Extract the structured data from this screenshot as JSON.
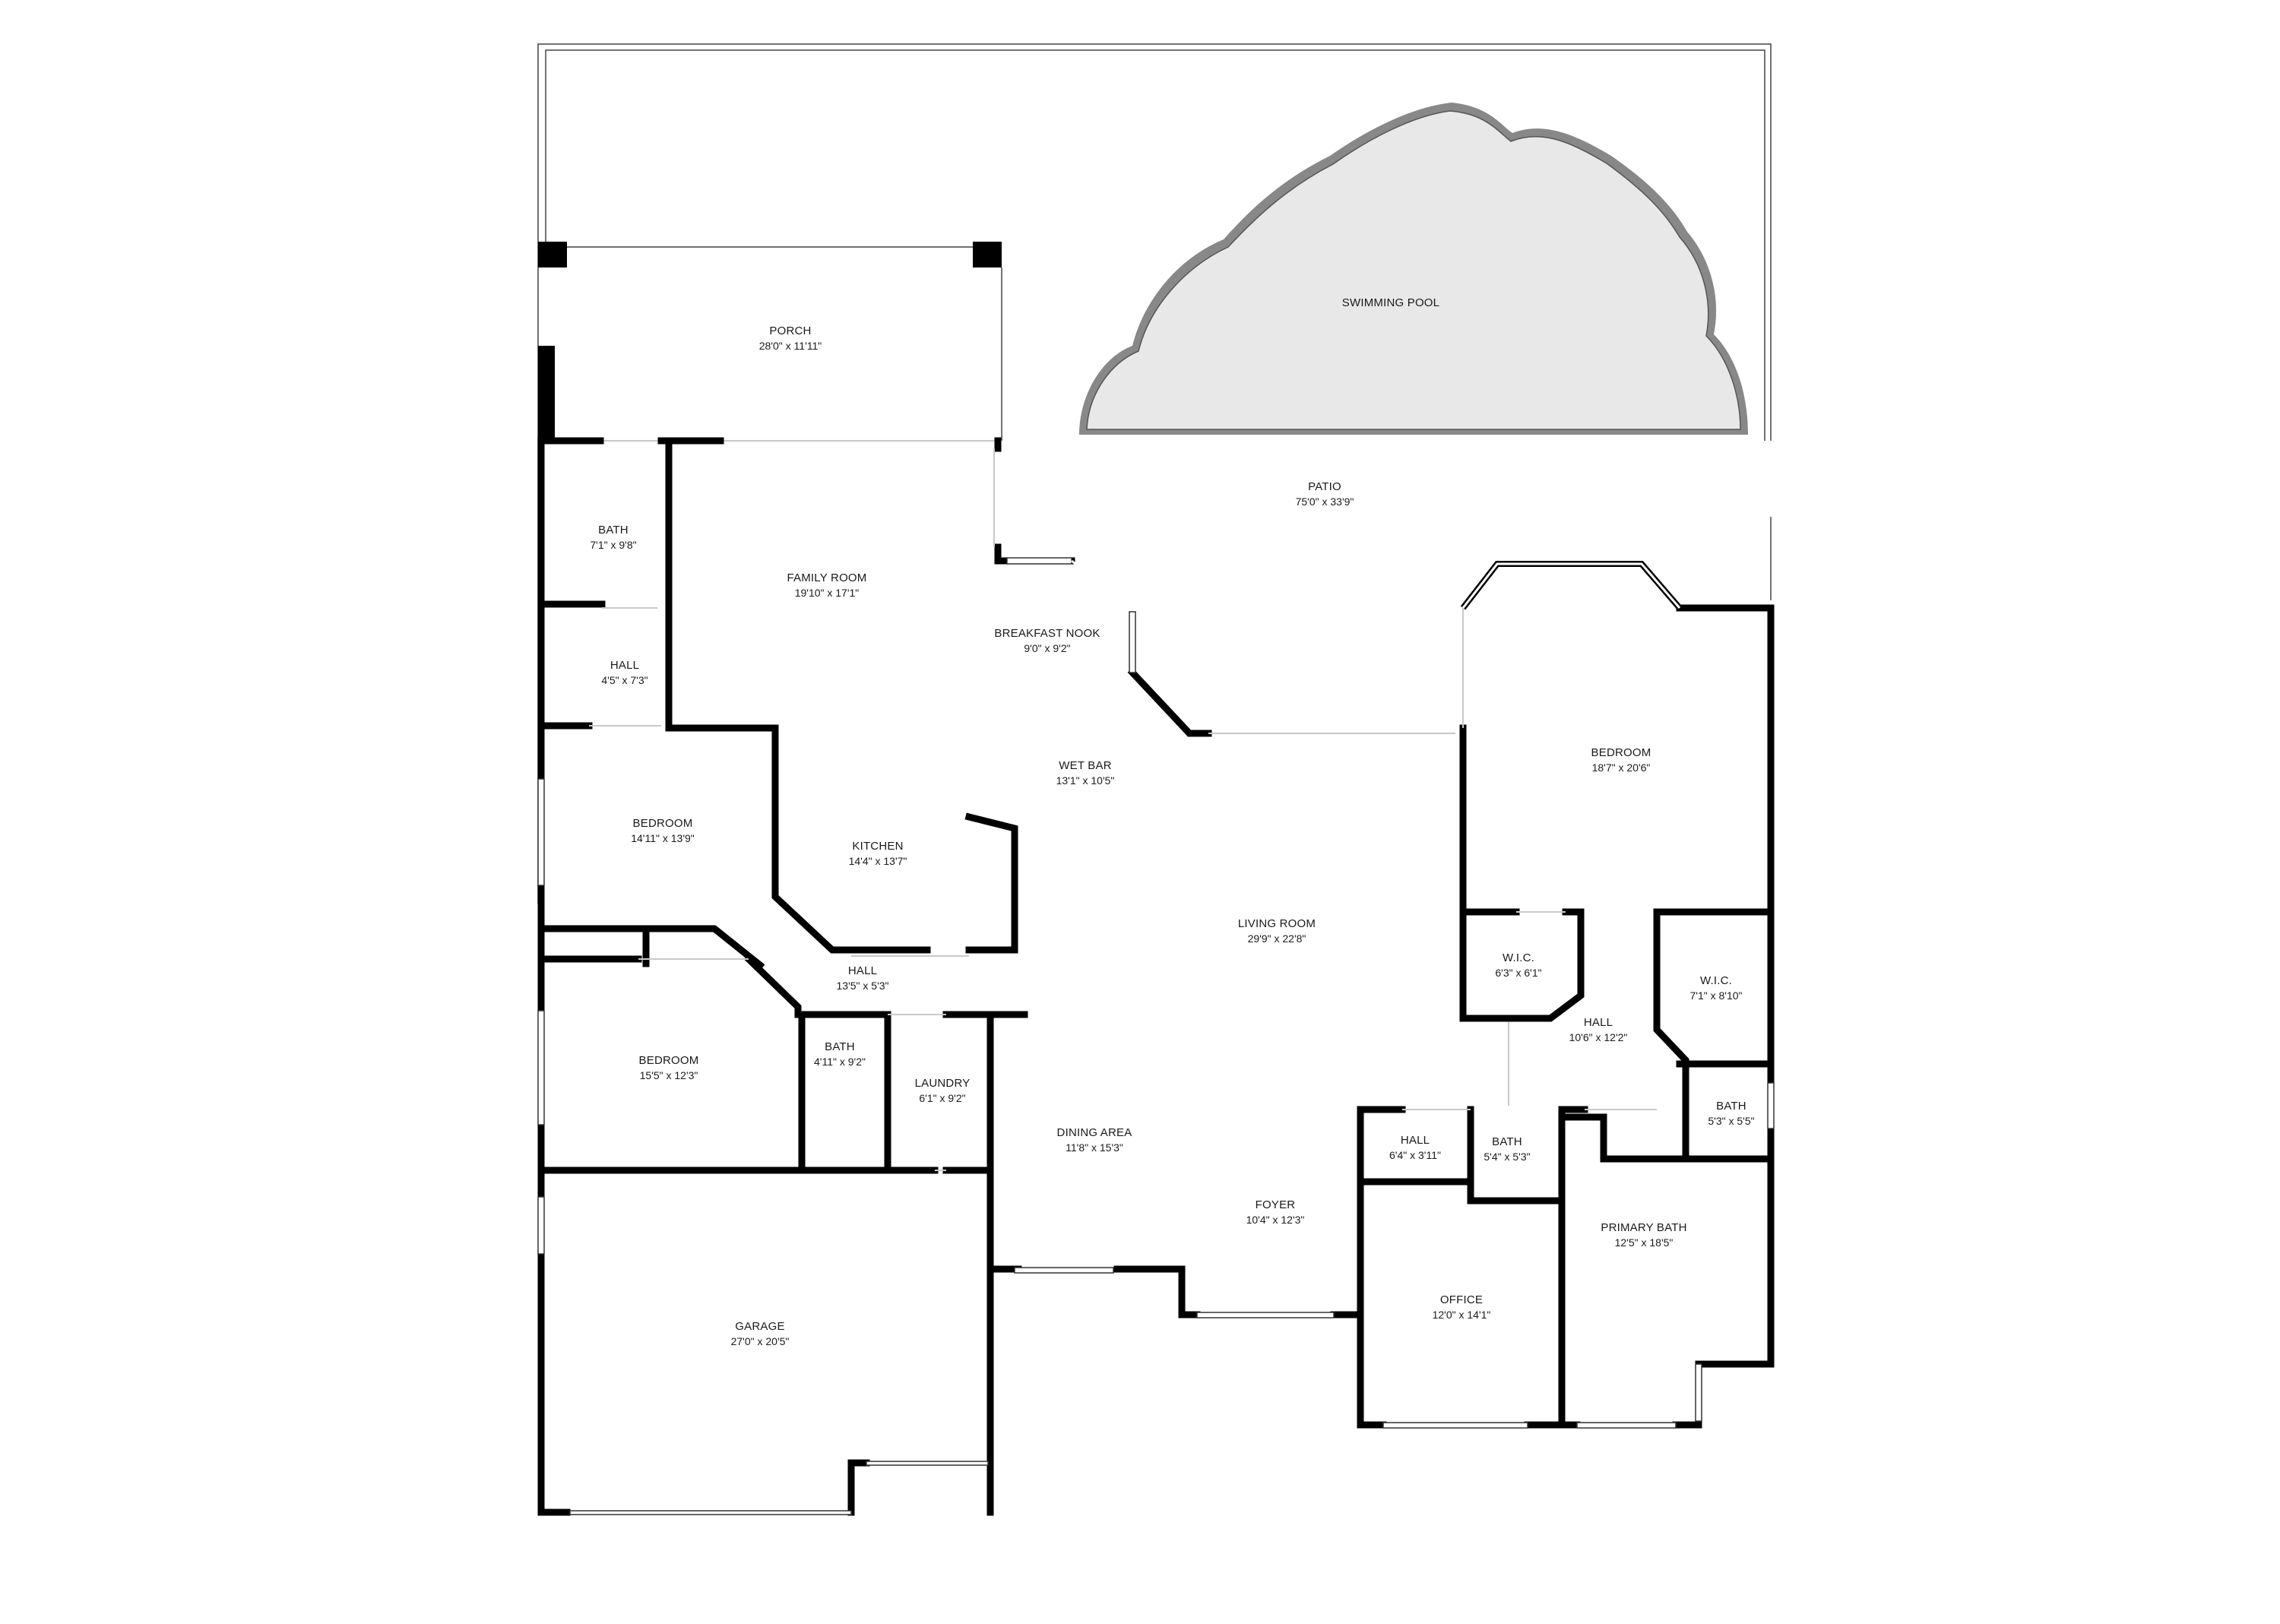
{
  "rooms": {
    "swimming_pool": {
      "name": "SWIMMING POOL",
      "dims": ""
    },
    "porch": {
      "name": "PORCH",
      "dims": "28'0\" x 11'11\""
    },
    "patio": {
      "name": "PATIO",
      "dims": "75'0\" x 33'9\""
    },
    "bath_1": {
      "name": "BATH",
      "dims": "7'1\" x 9'8\""
    },
    "family_room": {
      "name": "FAMILY ROOM",
      "dims": "19'10\" x 17'1\""
    },
    "breakfast_nook": {
      "name": "BREAKFAST NOOK",
      "dims": "9'0\" x 9'2\""
    },
    "hall_1": {
      "name": "HALL",
      "dims": "4'5\" x 7'3\""
    },
    "wet_bar": {
      "name": "WET BAR",
      "dims": "13'1\" x 10'5\""
    },
    "bedroom_1": {
      "name": "BEDROOM",
      "dims": "18'7\" x 20'6\""
    },
    "bedroom_2": {
      "name": "BEDROOM",
      "dims": "14'11\" x 13'9\""
    },
    "kitchen": {
      "name": "KITCHEN",
      "dims": "14'4\" x 13'7\""
    },
    "living_room": {
      "name": "LIVING ROOM",
      "dims": "29'9\" x 22'8\""
    },
    "wic_1": {
      "name": "W.I.C.",
      "dims": "6'3\" x 6'1\""
    },
    "wic_2": {
      "name": "W.I.C.",
      "dims": "7'1\" x 8'10\""
    },
    "hall_2": {
      "name": "HALL",
      "dims": "13'5\" x 5'3\""
    },
    "hall_3": {
      "name": "HALL",
      "dims": "10'6\" x 12'2\""
    },
    "bath_2": {
      "name": "BATH",
      "dims": "4'11\" x 9'2\""
    },
    "bedroom_3": {
      "name": "BEDROOM",
      "dims": "15'5\" x 12'3\""
    },
    "laundry": {
      "name": "LAUNDRY",
      "dims": "6'1\" x 9'2\""
    },
    "bath_3": {
      "name": "BATH",
      "dims": "5'3\" x 5'5\""
    },
    "hall_4": {
      "name": "HALL",
      "dims": "6'4\" x 3'11\""
    },
    "bath_4": {
      "name": "BATH",
      "dims": "5'4\" x 5'3\""
    },
    "dining_area": {
      "name": "DINING AREA",
      "dims": "11'8\" x 15'3\""
    },
    "foyer": {
      "name": "FOYER",
      "dims": "10'4\" x 12'3\""
    },
    "primary_bath": {
      "name": "PRIMARY BATH",
      "dims": "12'5\" x 18'5\""
    },
    "office": {
      "name": "OFFICE",
      "dims": "12'0\" x 14'1\""
    },
    "garage": {
      "name": "GARAGE",
      "dims": "27'0\" x 20'5\""
    }
  },
  "colors": {
    "wall": "#000000",
    "pool_fill": "#e8e8e8",
    "outline": "#444444"
  }
}
